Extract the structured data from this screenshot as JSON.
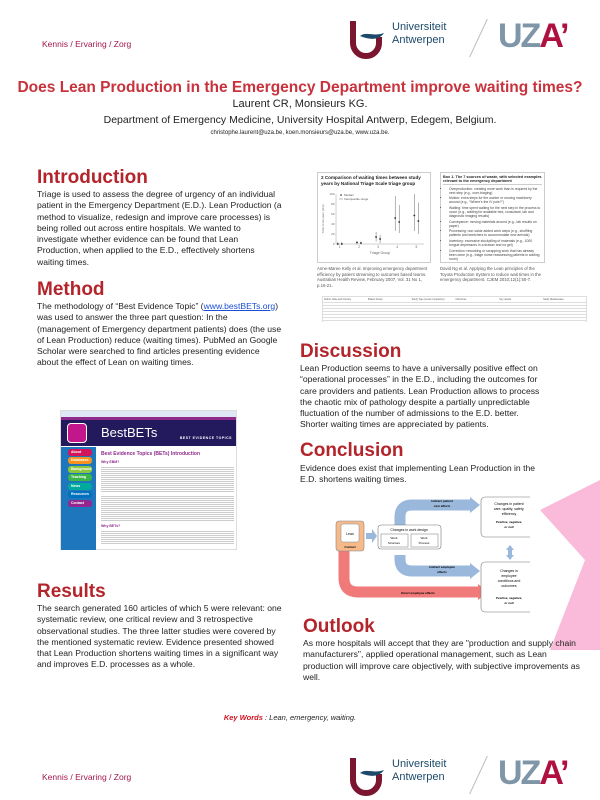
{
  "header": {
    "tagline": "Kennis / Ervaring / Zorg",
    "logo_university_line1": "Universiteit",
    "logo_university_line2": "Antwerpen",
    "logo_uza": "UZA"
  },
  "title": "Does Lean Production in the Emergency Department improve waiting times?",
  "authors": "Laurent CR, Monsieurs KG.",
  "affiliation": "Department of Emergency Medicine, University Hospital Antwerp, Edegem, Belgium.",
  "contact": "christophe.laurent@uza.be, koen.monsieurs@uza.be,  www.uza.be.",
  "introduction": {
    "heading": "Introduction",
    "body": "Triage is used to assess the degree of urgency of an individual patient in the Emergency Department (E.D.). Lean Production (a method to visualize, redesign and improve care processes) is being rolled out across entire hospitals. We wanted to investigate whether evidence can be found that Lean Production, when applied to the E.D., effectively shortens waiting times."
  },
  "method": {
    "heading": "Method",
    "body_pre": "The methodology of “Best Evidence Topic” (",
    "link": "www.bestBETs.org",
    "body_post": ") was used to answer the three part question: In the (management of Emergency department patients) does (the use of Lean Production) reduce (waiting times). PubMed an Google Scholar were searched to find articles presenting evidence about the effect of Lean on waiting times."
  },
  "bestbets": {
    "logo": "BestBETs",
    "banner": "BEST EVIDENCE TOPICS",
    "nav": [
      "About",
      "Databases",
      "Background",
      "Teaching",
      "News",
      "Resources",
      "Contact"
    ],
    "nav_colors": [
      "#d4145a",
      "#f7931e",
      "#8cc63f",
      "#39b54a",
      "#00a99d",
      "#0071bc",
      "#93278f"
    ],
    "page_title": "Best Evidence Topics (BETs) Introduction",
    "sub1": "Why EBM?",
    "sub2": "Why BETs?"
  },
  "results": {
    "heading": "Results",
    "body": "The search generated 160 articles of which 5 were relevant: one systematic review, one critical review and 3 retrospective observational studies. The three latter studies were covered by the mentioned systematic review. Evidence presented showed that Lean Production shortens waiting times in a significant way and improves E.D. processes as a whole."
  },
  "figure": {
    "title": "2  Comparison of waiting times between study years by National Triage Scale triage group",
    "legend": [
      "Median",
      "Interquartile range"
    ],
    "xlabel": "Triage Group",
    "ylabel": "Time to be seen (min)",
    "x_ticks": [
      "1",
      "2",
      "3",
      "4",
      "5"
    ],
    "y_ticks": [
      "0",
      "20",
      "40",
      "60",
      "80",
      "100"
    ],
    "chart_data": {
      "type": "scatter",
      "x": [
        1,
        1,
        2,
        2,
        3,
        3,
        4,
        4,
        5,
        5
      ],
      "median": [
        0,
        0,
        3,
        2,
        14,
        10,
        52,
        44,
        57,
        46
      ],
      "q1": [
        0,
        0,
        0,
        0,
        5,
        2,
        26,
        22,
        26,
        20
      ],
      "q3": [
        4,
        4,
        6,
        5,
        24,
        18,
        96,
        78,
        100,
        83
      ],
      "ylim": [
        0,
        100
      ]
    }
  },
  "box": {
    "title": "Box 1. The 7 sources of waste, with selected examples relevant to the emergency department",
    "items": [
      "Overproduction: creating more work than is required by the next step (e.g., over-triaging)",
      "Motion: extra steps for the worker or moving machinery around (e.g., “Where's the IV pole?”)",
      "Waiting: time spent waiting for the next step in the process to occur (e.g., waiting for available bed, consultant, lab and diagnostic imaging results)",
      "Conveyance: moving materials around (e.g., lab results on paper)",
      "Processing: non-value added work steps (e.g., shuffling patients and stretchers to accommodate new arrivals)",
      "Inventory: excessive stockpiling of materials (e.g., 1000 tongue depressors in a drawer and no gel)",
      "Correction: reworking or scrapping work that has already been done (e.g., triage nurse reassessing patients in waiting room)"
    ]
  },
  "references": [
    "Anne-Maree Kelly et al. Improving emergency department efficiency by patient streaming to outcomes based teams. Australian Health Review, February 2007, Vol. 31 No 1, p.16-21.",
    "David Ng et al. Applying the Lean principles of the Toyota Production System to reduce wait times in the emergency department. CJEM 2010;12(1):50-7."
  ],
  "table": {
    "headers": [
      "Author, Date and Country",
      "Patient Group",
      "Study Type (Level of evidence)",
      "Outcomes",
      "Key results",
      "Study Weaknesses"
    ]
  },
  "discussion": {
    "heading": "Discussion",
    "body": "Lean Production seems to have a universally positive effect on “operational processes” in the E.D., including the outcomes for care providers and patients. Lean Production allows to process the chaotic mix of pathology despite a partially unpredictable fluctuation of the number of admissions to the E.D. better. Shorter waiting times are appreciated by patients."
  },
  "conclusion": {
    "heading": "Conclusion",
    "body": "Evidence does exist that implementing Lean Production in the E.D. shortens waiting times."
  },
  "diagram": {
    "lean": "Lean",
    "context": "Context",
    "work_design": "Changes in work design",
    "work_structure": [
      "Work",
      "Structure"
    ],
    "work_process": [
      "Work",
      "Process"
    ],
    "indirect_patient": [
      "Indirect patient",
      "care effects"
    ],
    "indirect_employee": [
      "Indirect employee",
      "effects"
    ],
    "direct_employee": "Direct employee effects",
    "patient_care": [
      "Changes in patient",
      "care: quality, safety,",
      "efficiency"
    ],
    "employee": [
      "Changes in",
      "employee",
      "conditions and",
      "outcomes"
    ],
    "outcome": [
      "Positive, negative,",
      "or null"
    ]
  },
  "outlook": {
    "heading": "Outlook",
    "body": "As more hospitals will accept that they are \"production and supply chain manufacturers\", applied operational management, such as Lean production will improve care objectively, with subjective improvements as well."
  },
  "keywords": {
    "label": "Key Words",
    "value": " : Lean, emergency, waiting."
  },
  "colors": {
    "accent_red": "#b3242b",
    "tagline": "#a3174c",
    "uza_grey": "#7f95a8",
    "uza_red": "#b0103f",
    "ua_blue": "#1d4a6b",
    "ua_maroon": "#7a1630"
  }
}
